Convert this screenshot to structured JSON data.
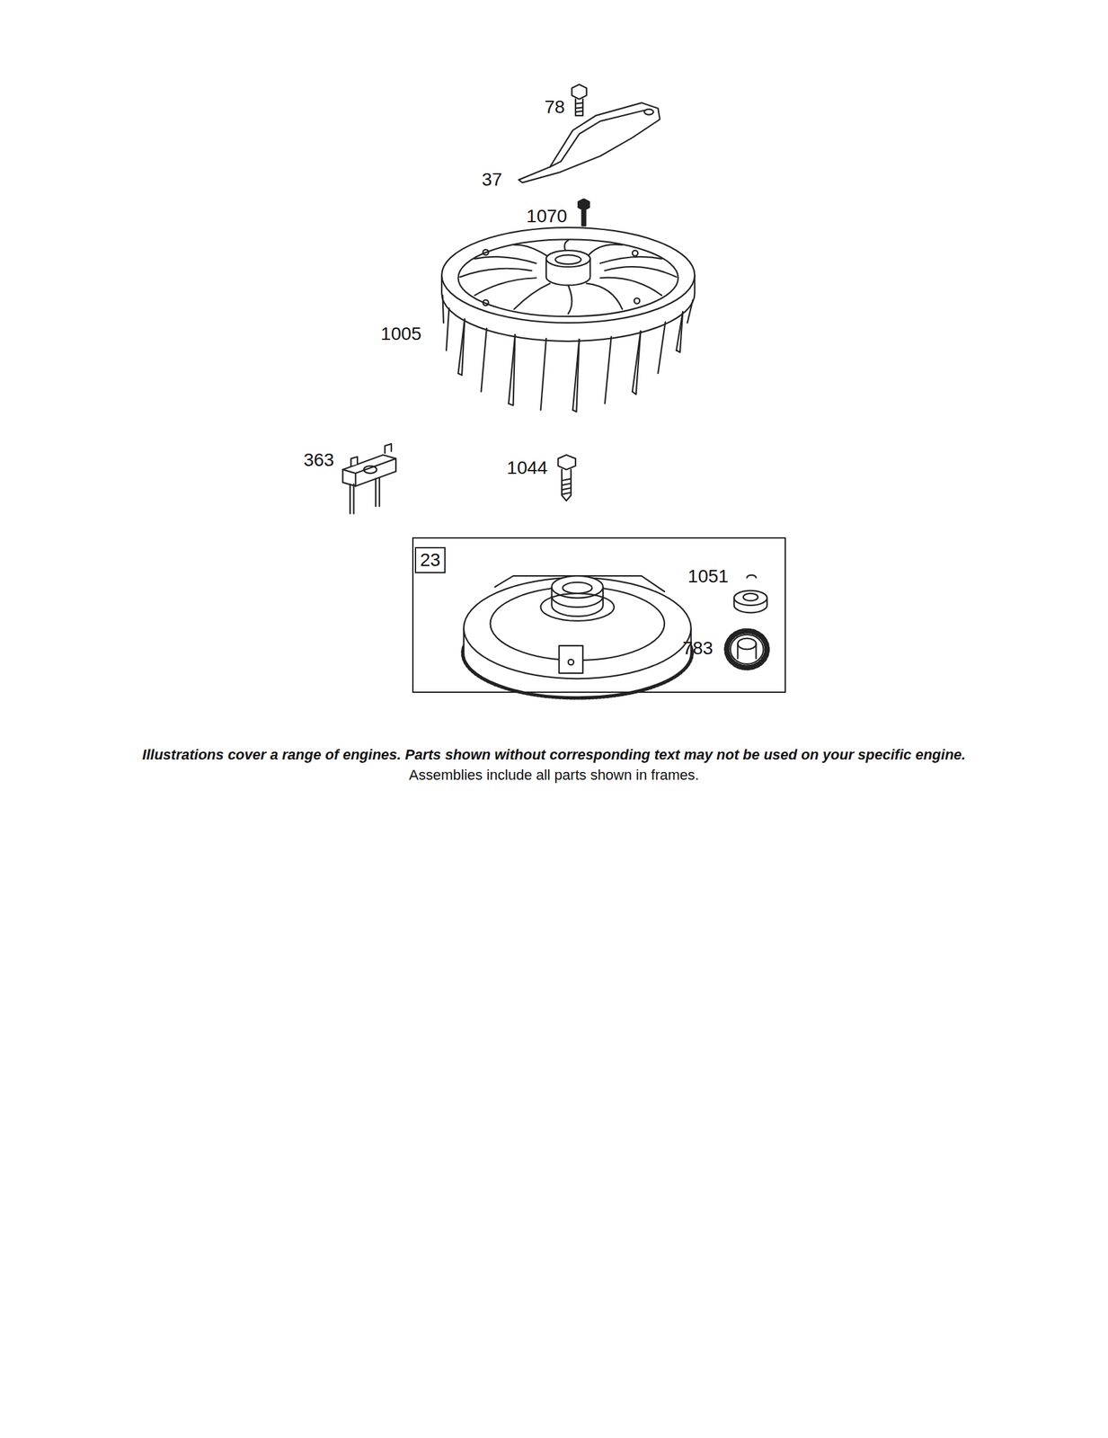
{
  "diagram": {
    "caption": "Illustrations cover a range of engines. Parts shown without corresponding text may not be used on your specific engine.",
    "nodes": [
      {
        "text": [
          "23",
          "1051",
          "783"
        ]
      }
    ],
    "labels": [
      "78",
      "37",
      "1070",
      "1005",
      "363",
      "1044",
      "Assemblies include all parts shown in frames."
    ]
  }
}
